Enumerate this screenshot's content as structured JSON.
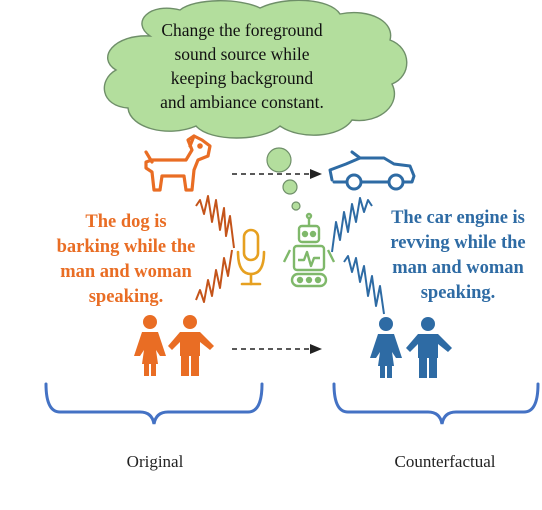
{
  "colors": {
    "cloud_fill": "#b3de9d",
    "cloud_stroke": "#6f8f69",
    "original_orange": "#e96d24",
    "counterfactual_blue": "#2e6ba4",
    "robot_green": "#7fb86a",
    "bracket_blue": "#4472c4"
  },
  "cloud": {
    "lines": [
      "Change the foreground",
      "sound source while",
      "keeping background",
      "and ambiance constant."
    ]
  },
  "original": {
    "caption_lines": [
      "The dog is",
      "barking while the",
      "man and woman",
      "speaking."
    ],
    "label": "Original"
  },
  "counterfactual": {
    "caption_lines": [
      "The car engine is",
      "revving while the",
      "man and woman",
      "speaking."
    ],
    "label": "Counterfactual"
  },
  "icons": {
    "dog": "dog-icon",
    "people_left": "people-icon",
    "microphone": "microphone-icon",
    "robot": "robot-icon",
    "car": "car-icon",
    "people_right": "people-icon"
  }
}
